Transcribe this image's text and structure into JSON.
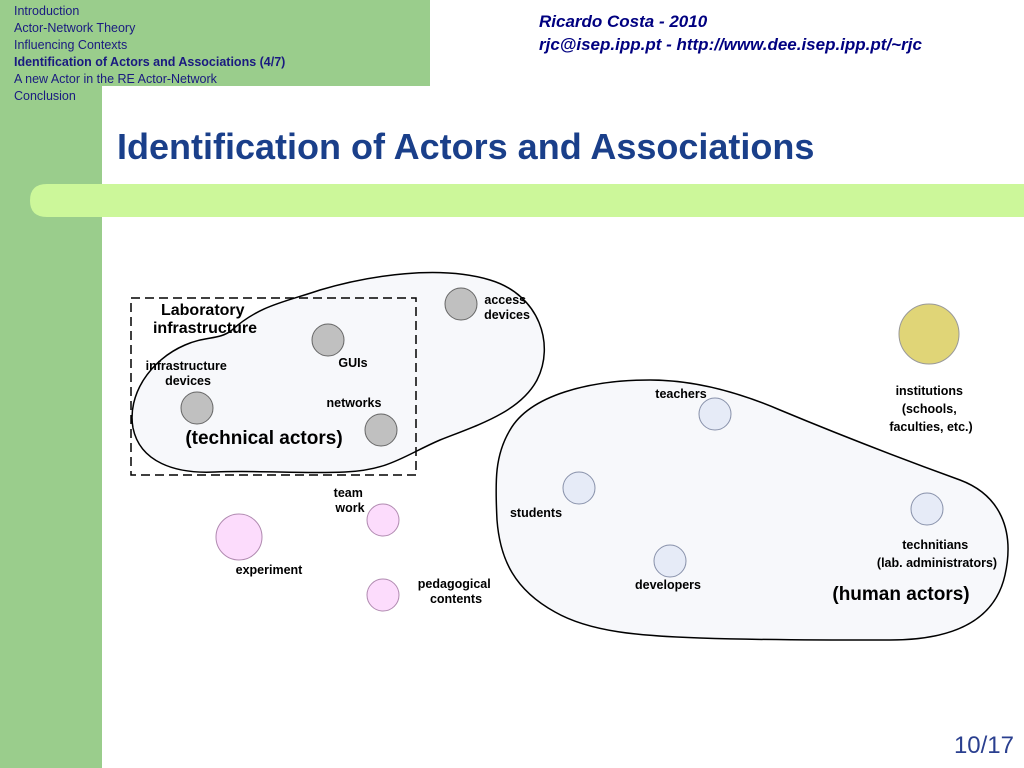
{
  "nav": {
    "items": [
      {
        "label": "Introduction"
      },
      {
        "label": "Actor-Network Theory"
      },
      {
        "label": "Influencing Contexts"
      },
      {
        "label": "Identification of Actors and Associations (4/7)"
      },
      {
        "label": "A new Actor in the RE Actor-Network"
      },
      {
        "label": "Conclusion"
      }
    ]
  },
  "header": {
    "author_line": "Ricardo Costa - 2010",
    "contact_line": "rjc@isep.ipp.pt  - http://www.dee.isep.ipp.pt/~rjc"
  },
  "slide": {
    "title": "Identification of Actors and Associations",
    "page_number": "10/17"
  },
  "diagram": {
    "lab_label": [
      "Laboratory",
      "infrastructure"
    ],
    "technical_group_label": "(technical actors)",
    "human_group_label": "(human actors)",
    "nodes": {
      "access_devices": [
        "access",
        "devices"
      ],
      "guis": "GUIs",
      "infrastructure_devices": [
        "infrastructure",
        "devices"
      ],
      "networks": "networks",
      "institutions": [
        "institutions",
        "(schools,",
        "faculties, etc.)"
      ],
      "teachers": "teachers",
      "students": "students",
      "developers": "developers",
      "technitians": [
        "technitians",
        "(lab. administrators)"
      ],
      "team_work": [
        "team",
        "work"
      ],
      "experiment": "experiment",
      "pedagogical_contents": [
        "pedagogical",
        "contents"
      ]
    },
    "colors": {
      "technical_node": "#c0c0c0",
      "human_node": "#e6ebf7",
      "institution_node": "#e0d577",
      "association_node": "#fcdcfc",
      "group_fill": "#f7f8fb"
    }
  }
}
